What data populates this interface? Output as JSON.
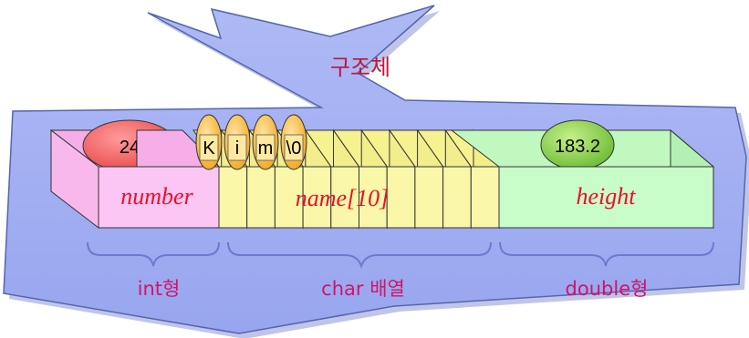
{
  "diagram": {
    "title": "구조체",
    "members": {
      "number": {
        "field": "number",
        "value": "24",
        "type": "int형"
      },
      "name": {
        "field": "name[10]",
        "chars": [
          "K",
          "i",
          "m",
          "\\0"
        ],
        "type": "char 배열"
      },
      "height": {
        "field": "height",
        "value": "183.2",
        "type": "double형"
      }
    },
    "colors": {
      "struct_fill": "#a7b4f4",
      "struct_edge": "#5566aa",
      "int_box": "#fbc6f4",
      "char_box": "#faf7a8",
      "double_box": "#c8fcc8",
      "int_ellipse": "#f07070",
      "char_ellipse": "#f5c244",
      "double_ellipse": "#8ed04c",
      "field_text": "#e8102a",
      "type_text": "#d0146a",
      "title_text": "#c0143c"
    }
  }
}
